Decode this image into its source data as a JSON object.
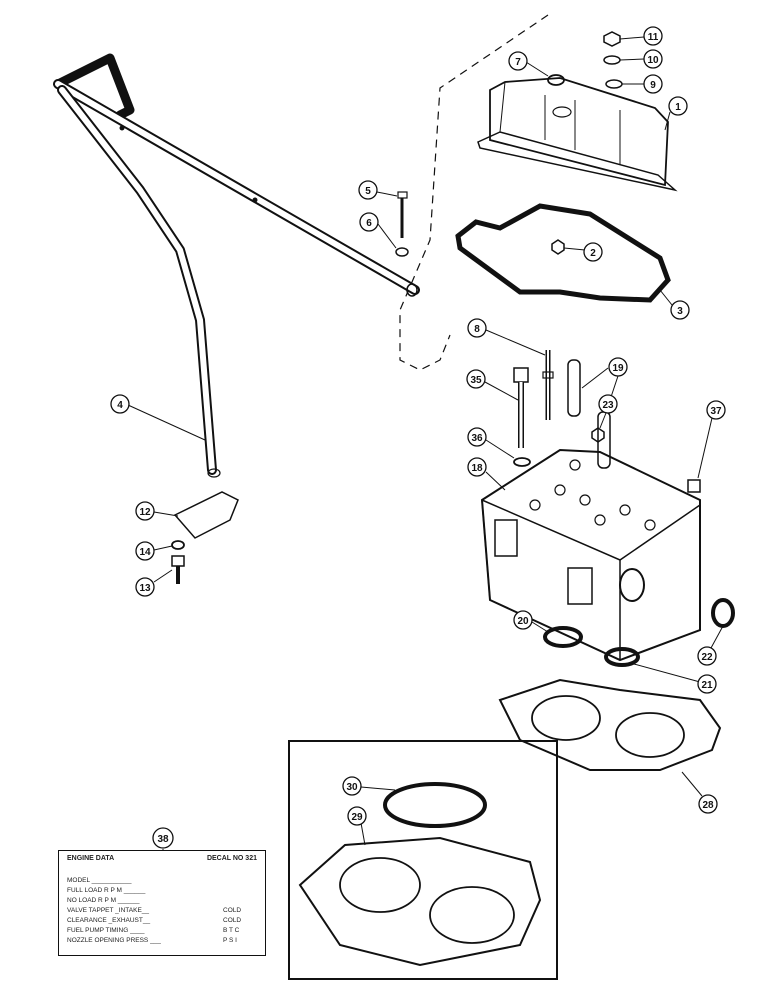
{
  "callouts": {
    "c1": "1",
    "c2": "2",
    "c3": "3",
    "c4": "4",
    "c5": "5",
    "c6": "6",
    "c7": "7",
    "c8": "8",
    "c9": "9",
    "c10": "10",
    "c11": "11",
    "c12": "12",
    "c13": "13",
    "c14": "14",
    "c18": "18",
    "c19": "19",
    "c20": "20",
    "c21": "21",
    "c22": "22",
    "c23": "23",
    "c28": "28",
    "c29": "29",
    "c30": "30",
    "c35": "35",
    "c36": "36",
    "c37": "37",
    "c38": "38"
  },
  "decal": {
    "title": "ENGINE DATA",
    "decal_no": "DECAL NO  321",
    "rows": [
      {
        "label": "MODEL ___________",
        "value": ""
      },
      {
        "label": "FULL LOAD R P M ______",
        "value": ""
      },
      {
        "label": "NO LOAD R P M ______",
        "value": ""
      },
      {
        "label": "VALVE TAPPET  _INTAKE__",
        "value": "COLD"
      },
      {
        "label": "CLEARANCE  _EXHAUST__",
        "value": "COLD"
      },
      {
        "label": "FUEL PUMP TIMING ____",
        "value": "B T C"
      },
      {
        "label": "NOZZLE OPENING PRESS ___",
        "value": "P S I"
      }
    ]
  }
}
